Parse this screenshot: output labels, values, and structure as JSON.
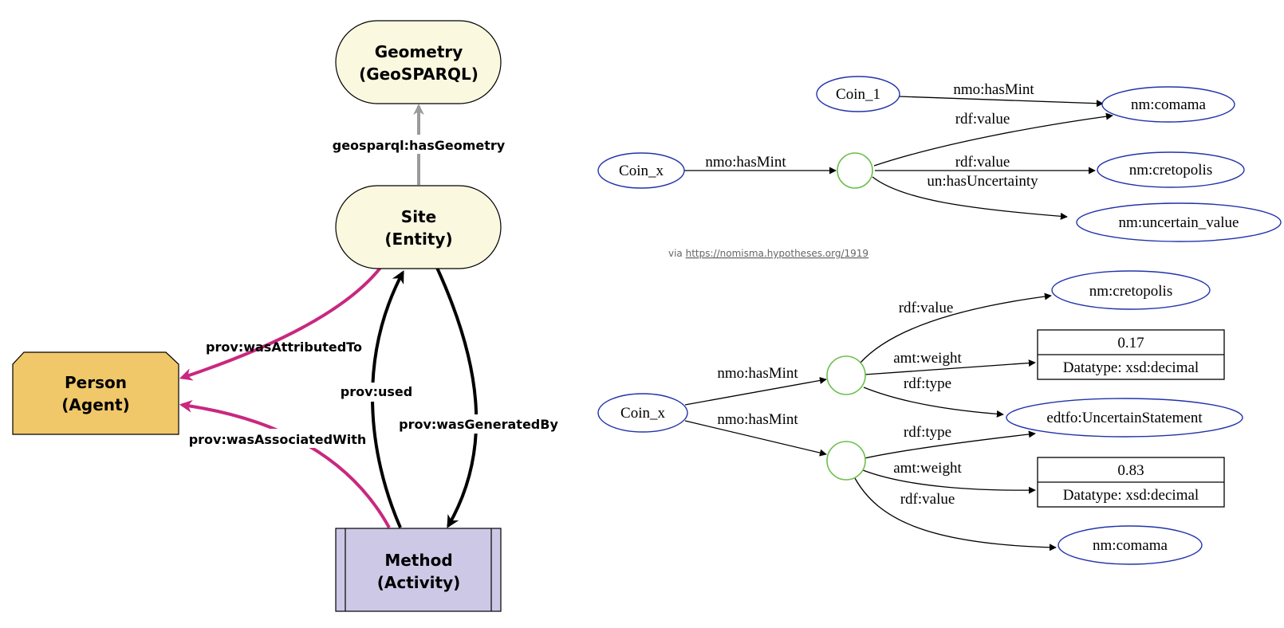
{
  "left": {
    "nodes": {
      "geometry": {
        "line1": "Geometry",
        "line2": "(GeoSPARQL)"
      },
      "site": {
        "line1": "Site",
        "line2": "(Entity)"
      },
      "person": {
        "line1": "Person",
        "line2": "(Agent)"
      },
      "method": {
        "line1": "Method",
        "line2": "(Activity)"
      }
    },
    "edges": {
      "has_geometry": "geosparql:hasGeometry",
      "attributed_to": "prov:wasAttributedTo",
      "associated_with": "prov:wasAssociatedWith",
      "used": "prov:used",
      "generated_by": "prov:wasGeneratedBy"
    },
    "colors": {
      "node_fill": "#fbf8e0",
      "person_fill": "#f0c86a",
      "method_fill": "#cdc8e6",
      "magenta": "#c8287f",
      "gray_arrow": "#9a9a9a"
    }
  },
  "top_right": {
    "nodes": {
      "coin_1": "Coin_1",
      "coin_x": "Coin_x",
      "comama": "nm:comama",
      "cretopolis": "nm:cretopolis",
      "uncertain": "nm:uncertain_value"
    },
    "edges": {
      "coin1_hasmint": "nmo:hasMint",
      "coinx_hasmint": "nmo:hasMint",
      "value_1": "rdf:value",
      "value_2": "rdf:value",
      "uncertainty": "un:hasUncertainty"
    }
  },
  "source": {
    "prefix": "via ",
    "link": "https://nomisma.hypotheses.org/1919"
  },
  "bottom_right": {
    "nodes": {
      "coin_x": "Coin_x",
      "cretopolis": "nm:cretopolis",
      "comama": "nm:comama",
      "uncertain_statement": "edtfo:UncertainStatement",
      "literal_1_value": "0.17",
      "literal_1_type": "Datatype: xsd:decimal",
      "literal_2_value": "0.83",
      "literal_2_type": "Datatype: xsd:decimal"
    },
    "edges": {
      "hasmint_1": "nmo:hasMint",
      "hasmint_2": "nmo:hasMint",
      "value_1": "rdf:value",
      "weight_1": "amt:weight",
      "type_1": "rdf:type",
      "type_2": "rdf:type",
      "weight_2": "amt:weight",
      "value_2": "rdf:value"
    },
    "colors": {
      "uri_stroke": "#2233aa",
      "blank_stroke": "#6cbf4c"
    }
  }
}
